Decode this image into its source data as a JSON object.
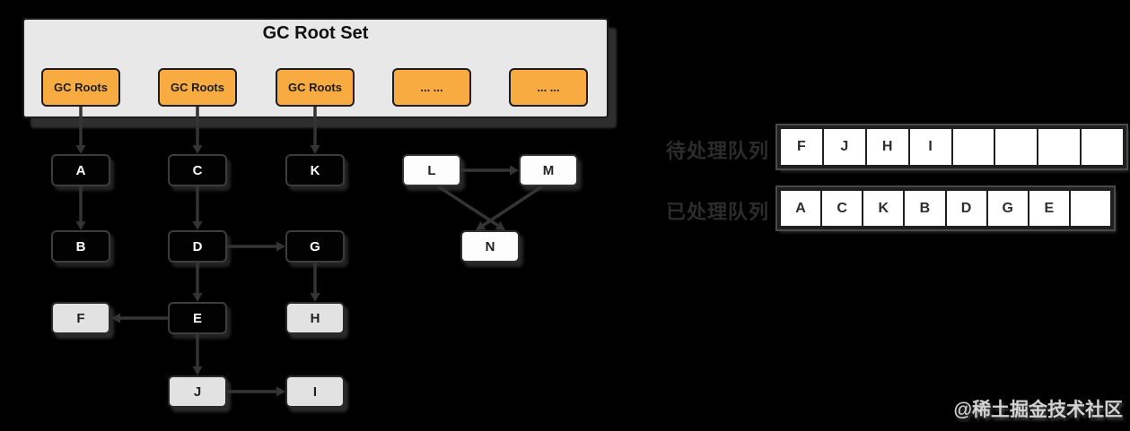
{
  "colors": {
    "background": "#000000",
    "rootset_fill": "#e8e8e8",
    "gcroot_fill": "#f8ab40",
    "node_black_fill": "#020202",
    "node_gray_fill": "#e2e2e2",
    "node_white_fill": "#fdfdfd",
    "arrow": "#343434"
  },
  "root_set": {
    "title": "GC Root Set",
    "boxes": [
      {
        "label": "GC Roots"
      },
      {
        "label": "GC Roots"
      },
      {
        "label": "GC Roots"
      },
      {
        "label": "... ..."
      },
      {
        "label": "... ..."
      }
    ]
  },
  "graph": {
    "nodes": [
      {
        "id": "A",
        "label": "A",
        "state": "black"
      },
      {
        "id": "B",
        "label": "B",
        "state": "black"
      },
      {
        "id": "C",
        "label": "C",
        "state": "black"
      },
      {
        "id": "D",
        "label": "D",
        "state": "black"
      },
      {
        "id": "E",
        "label": "E",
        "state": "black"
      },
      {
        "id": "F",
        "label": "F",
        "state": "gray"
      },
      {
        "id": "G",
        "label": "G",
        "state": "black"
      },
      {
        "id": "H",
        "label": "H",
        "state": "gray"
      },
      {
        "id": "I",
        "label": "I",
        "state": "gray"
      },
      {
        "id": "J",
        "label": "J",
        "state": "gray"
      },
      {
        "id": "K",
        "label": "K",
        "state": "black"
      },
      {
        "id": "L",
        "label": "L",
        "state": "white"
      },
      {
        "id": "M",
        "label": "M",
        "state": "white"
      },
      {
        "id": "N",
        "label": "N",
        "state": "white"
      }
    ],
    "edges": [
      [
        "GC Root Set",
        "A"
      ],
      [
        "GC Root Set",
        "C"
      ],
      [
        "GC Root Set",
        "K"
      ],
      [
        "A",
        "B"
      ],
      [
        "C",
        "D"
      ],
      [
        "D",
        "E"
      ],
      [
        "D",
        "G"
      ],
      [
        "G",
        "H"
      ],
      [
        "E",
        "F"
      ],
      [
        "E",
        "J"
      ],
      [
        "J",
        "I"
      ],
      [
        "L",
        "M"
      ],
      [
        "L",
        "N"
      ],
      [
        "M",
        "N"
      ]
    ]
  },
  "queues": [
    {
      "label": "待处理队列",
      "cells": [
        "F",
        "J",
        "H",
        "I",
        "",
        "",
        "",
        ""
      ]
    },
    {
      "label": "已处理队列",
      "cells": [
        "A",
        "C",
        "K",
        "B",
        "D",
        "G",
        "E",
        ""
      ]
    }
  ],
  "watermark": "@稀土掘金技术社区"
}
